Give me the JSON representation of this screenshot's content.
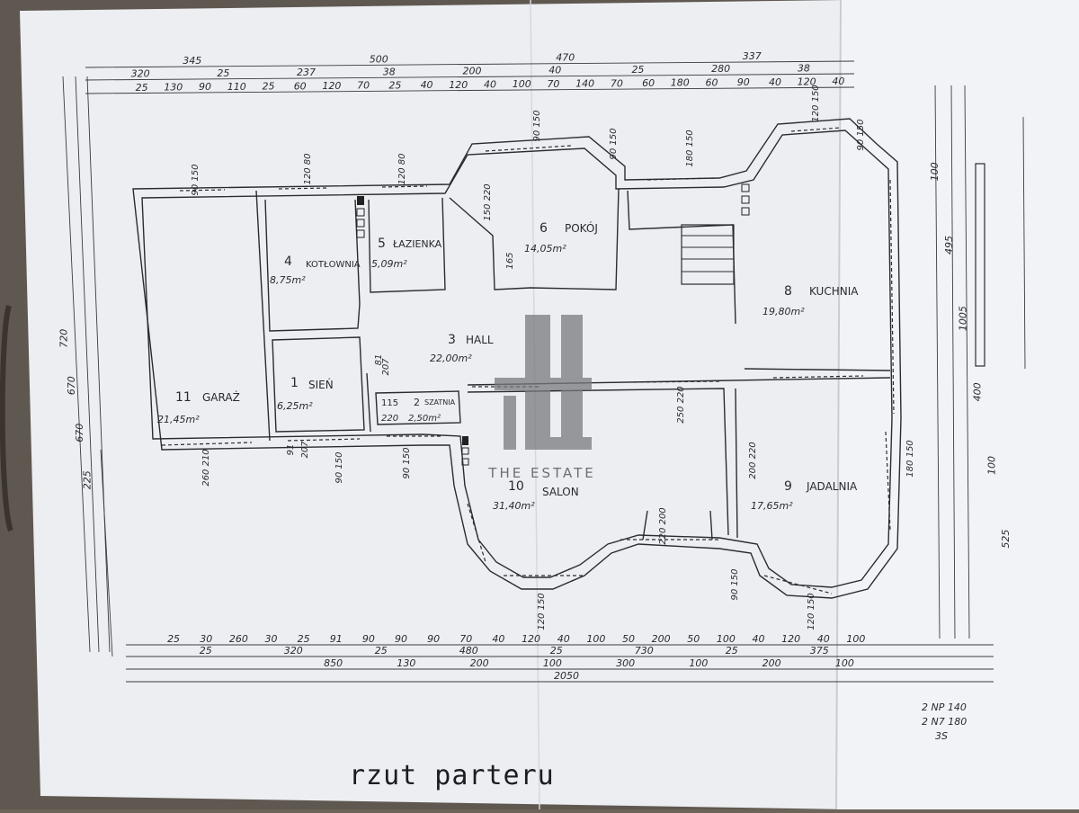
{
  "title": "rzut parteru",
  "watermark": {
    "brand": "THE ESTATE"
  },
  "rooms": [
    {
      "num": "1",
      "name": "SIEŃ",
      "area": "6,25m²"
    },
    {
      "num": "2",
      "name": "SZATNIA",
      "area": "2,50m²",
      "extra": "115",
      "extra2": "220"
    },
    {
      "num": "3",
      "name": "HALL",
      "area": "22,00m²"
    },
    {
      "num": "4",
      "name": "KOTŁOWNIA",
      "area": "8,75m²"
    },
    {
      "num": "5",
      "name": "ŁAZIENKA",
      "area": "5,09m²"
    },
    {
      "num": "6",
      "name": "POKÓJ",
      "area": "14,05m²"
    },
    {
      "num": "8",
      "name": "KUCHNIA",
      "area": "19,80m²"
    },
    {
      "num": "9",
      "name": "JADALNIA",
      "area": "17,65m²"
    },
    {
      "num": "10",
      "name": "SALON",
      "area": "31,40m²"
    },
    {
      "num": "11",
      "name": "GARAŻ",
      "area": "21,45m²"
    }
  ],
  "dims_top": {
    "row1": [
      "345",
      "500",
      "470",
      "337"
    ],
    "row2": [
      "320",
      "25",
      "237",
      "38",
      "200",
      "40",
      "25",
      "280",
      "38"
    ],
    "row3": [
      "25",
      "130",
      "90",
      "110",
      "25",
      "60",
      "120",
      "70",
      "25",
      "40",
      "120",
      "40",
      "100",
      "70",
      "140",
      "70",
      "60",
      "180",
      "60",
      "90",
      "40",
      "120",
      "40"
    ]
  },
  "dims_bottom": {
    "row1": [
      "25",
      "30",
      "260",
      "30",
      "25",
      "91",
      "90",
      "90",
      "90",
      "70",
      "40",
      "120",
      "40",
      "100",
      "50",
      "200",
      "50",
      "100",
      "40",
      "120",
      "40",
      "100"
    ],
    "row2": [
      "25",
      "320",
      "25",
      "480",
      "25",
      "730",
      "25",
      "375"
    ],
    "row3": [
      "850",
      "130",
      "200",
      "100",
      "300",
      "100",
      "200",
      "100"
    ],
    "row4": [
      "2050"
    ]
  },
  "dims_left": [
    "720",
    "670",
    "670",
    "225"
  ],
  "dims_right": [
    "100",
    "495",
    "1005",
    "400",
    "100",
    "525"
  ],
  "dims_inner": [
    "90 150",
    "120 80",
    "120 80",
    "150 220",
    "165",
    "90 150",
    "90 150",
    "180 150",
    "120 150",
    "90 150",
    "81",
    "207",
    "91",
    "207",
    "90 150",
    "90 150",
    "260 210",
    "250 220",
    "200 220",
    "220 200",
    "180 150",
    "90 150",
    "120 150",
    "120 150"
  ],
  "notes": [
    "2 NP 140",
    "2 N7 180",
    "3S"
  ]
}
